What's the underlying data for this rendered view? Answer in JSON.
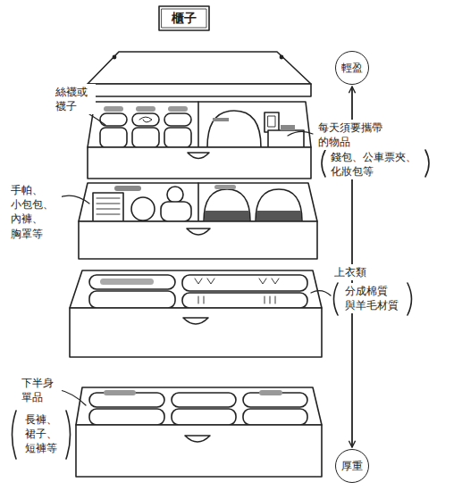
{
  "diagram": {
    "title": "櫃子",
    "nodes": [
      {
        "text": [
          "輕盈"
        ]
      },
      {
        "text": [
          "厚重"
        ]
      }
    ],
    "edges": [
      {
        "from": 0,
        "to": 1,
        "arrow": "both"
      }
    ],
    "labels": [
      "絲襪或 襪子",
      "每天須要攜帶 的物品",
      "錢包、公車票夾、 化妝包等",
      "手帕、 小包包、 內褲、 胸罩等",
      "上衣類",
      "分成棉質 與羊毛材質",
      "下半身 單品",
      "長褲、 裙子、 短褲等"
    ]
  }
}
